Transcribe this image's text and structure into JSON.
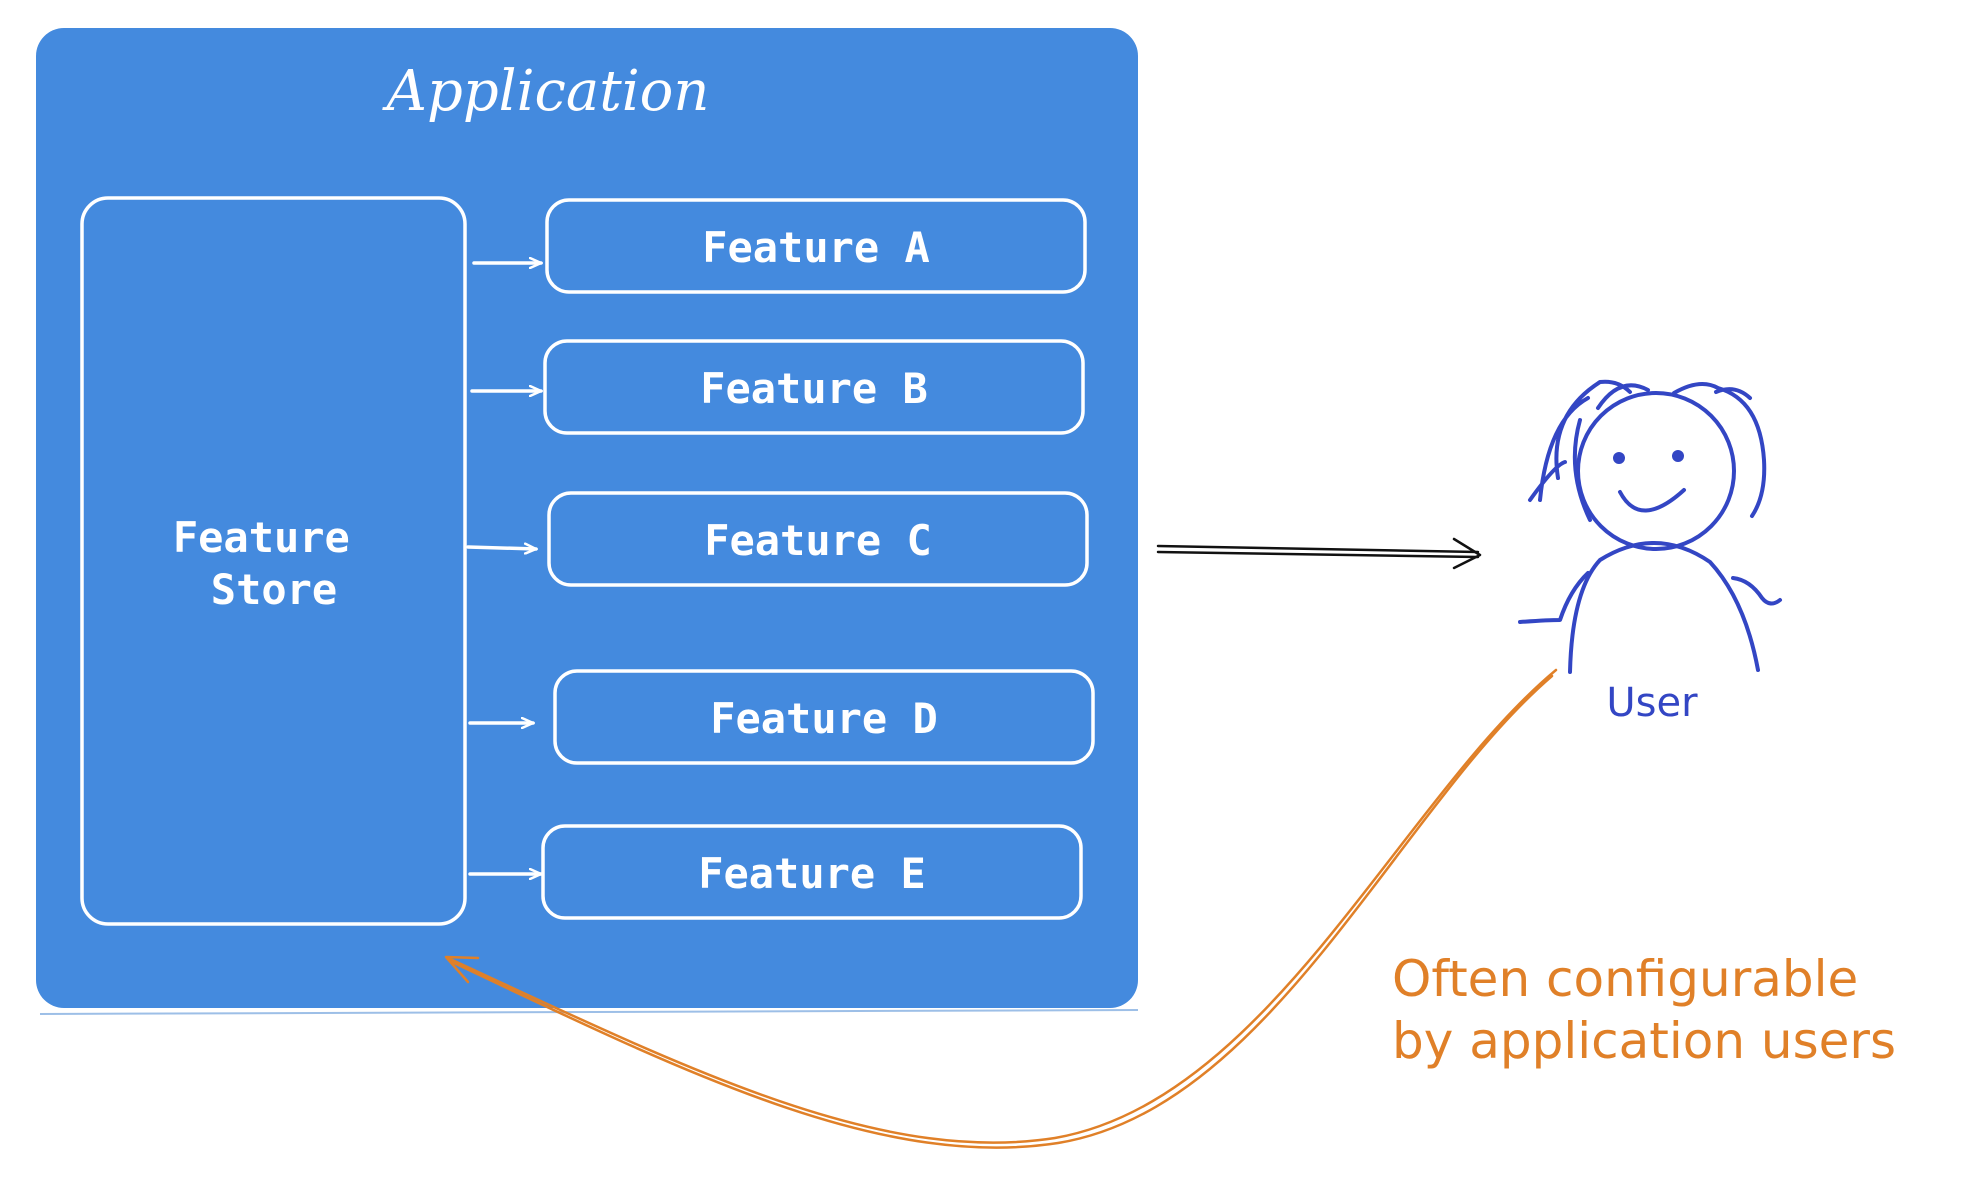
{
  "application": {
    "title": "Application",
    "fill_color": "#448ade"
  },
  "feature_store": {
    "line1": "Feature",
    "line2": "Store"
  },
  "features": [
    {
      "label": "Feature A"
    },
    {
      "label": "Feature B"
    },
    {
      "label": "Feature C"
    },
    {
      "label": "Feature D"
    },
    {
      "label": "Feature E"
    }
  ],
  "user": {
    "label": "User",
    "color": "#3346c4"
  },
  "note": {
    "line1": "Often configurable",
    "line2": "by application users",
    "color": "#e08028"
  }
}
